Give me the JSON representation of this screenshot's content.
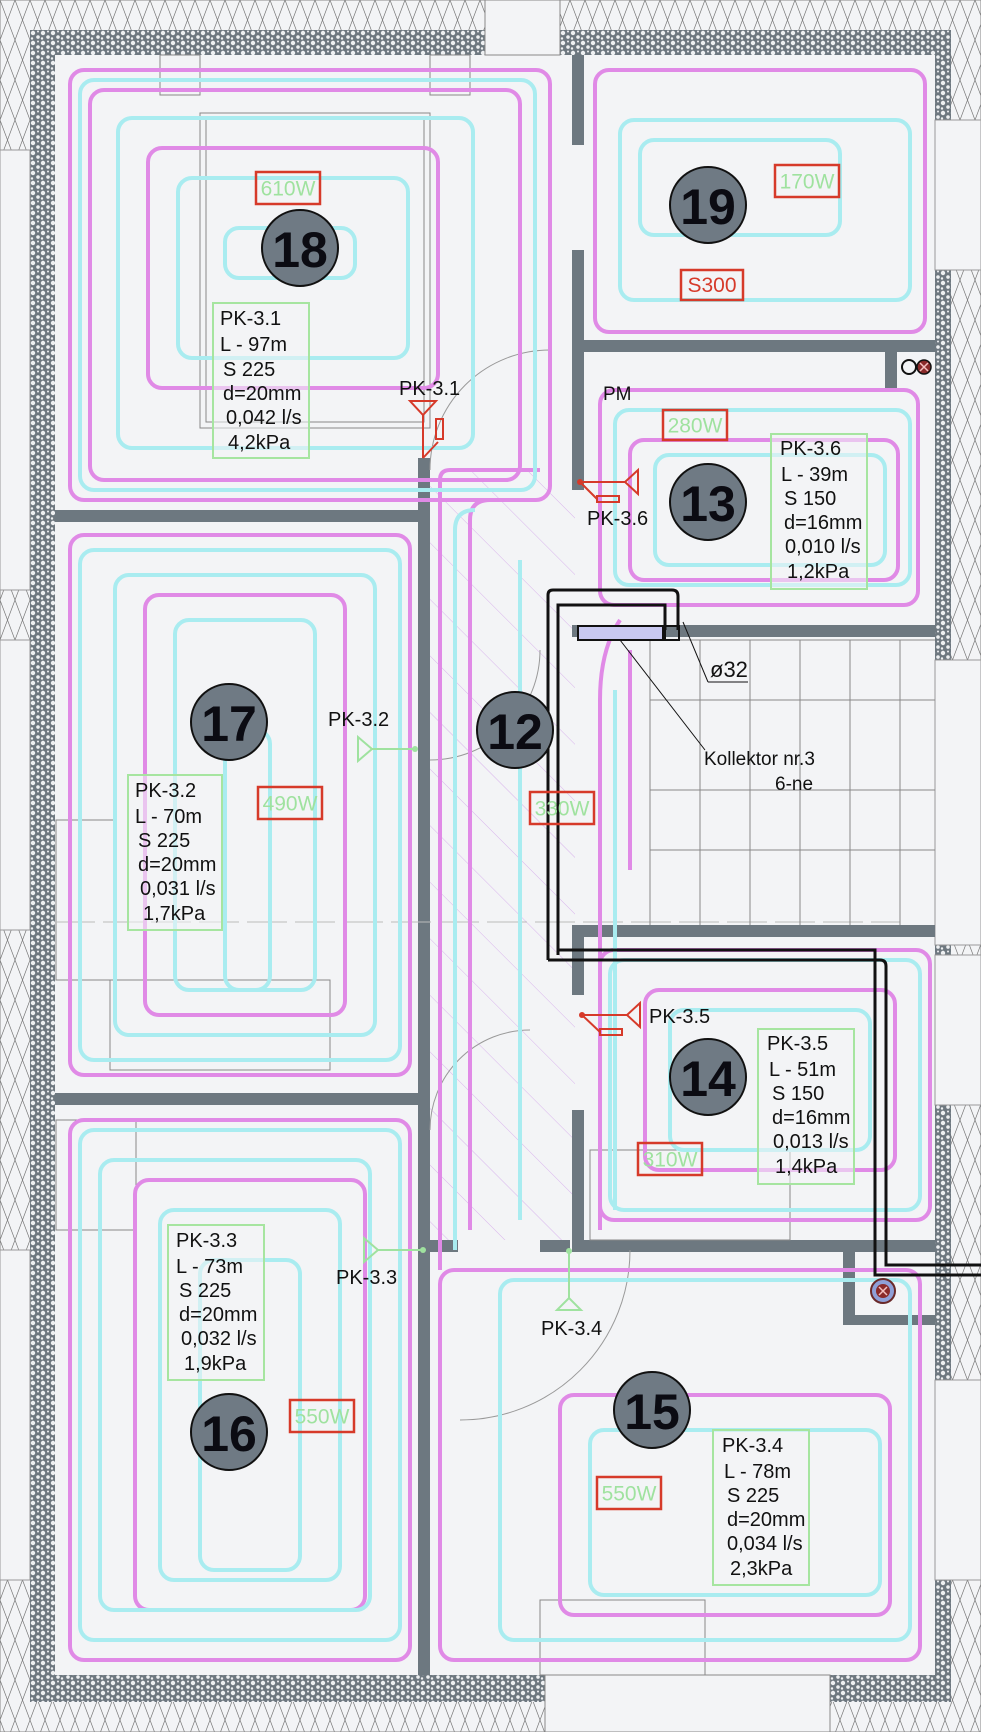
{
  "drawing": {
    "type": "underfloor heating layout",
    "colors": {
      "supply_pipe": "#e08ae6",
      "return_pipe": "#a9ecf0",
      "wall": "#6d7880",
      "power_box": "#d63a2a",
      "power_text": "#9fe29f",
      "info_box": "#a6e5a0",
      "room_badge": "#6f7a84",
      "background": "#f3f4f6"
    }
  },
  "rooms": [
    {
      "number": "18",
      "power": "610W"
    },
    {
      "number": "19",
      "power": "170W"
    },
    {
      "number": "13",
      "power": "280W"
    },
    {
      "number": "17",
      "power": "490W"
    },
    {
      "number": "12",
      "power": "330W"
    },
    {
      "number": "14",
      "power": "310W"
    },
    {
      "number": "16",
      "power": "550W"
    },
    {
      "number": "15",
      "power": "550W"
    }
  ],
  "circuits": [
    {
      "id": "PK-3.1",
      "length": "L - 97m",
      "spacing": "S  225",
      "diameter": "d=20mm",
      "flow": "0,042 l/s",
      "pressure": "4,2kPa"
    },
    {
      "id": "PK-3.2",
      "length": "L - 70m",
      "spacing": "S  225",
      "diameter": "d=20mm",
      "flow": "0,031 l/s",
      "pressure": "1,7kPa"
    },
    {
      "id": "PK-3.3",
      "length": "L - 73m",
      "spacing": "S  225",
      "diameter": "d=20mm",
      "flow": "0,032 l/s",
      "pressure": "1,9kPa"
    },
    {
      "id": "PK-3.4",
      "length": "L - 78m",
      "spacing": "S  225",
      "diameter": "d=20mm",
      "flow": "0,034 l/s",
      "pressure": "2,3kPa"
    },
    {
      "id": "PK-3.5",
      "length": "L - 51m",
      "spacing": "S  150",
      "diameter": "d=16mm",
      "flow": "0,013 l/s",
      "pressure": "1,4kPa"
    },
    {
      "id": "PK-3.6",
      "length": "L - 39m",
      "spacing": "S  150",
      "diameter": "d=16mm",
      "flow": "0,010 l/s",
      "pressure": "1,2kPa"
    }
  ],
  "markers": {
    "pk31": "PK-3.1",
    "pk32": "PK-3.2",
    "pk33": "PK-3.3",
    "pk34": "PK-3.4",
    "pk35": "PK-3.5",
    "pk36": "PK-3.6"
  },
  "annotations": {
    "s300": "S300",
    "pm": "PM",
    "diameter": "ø32",
    "collector_line1": "Kollektor nr.3",
    "collector_line2": "6-ne"
  }
}
